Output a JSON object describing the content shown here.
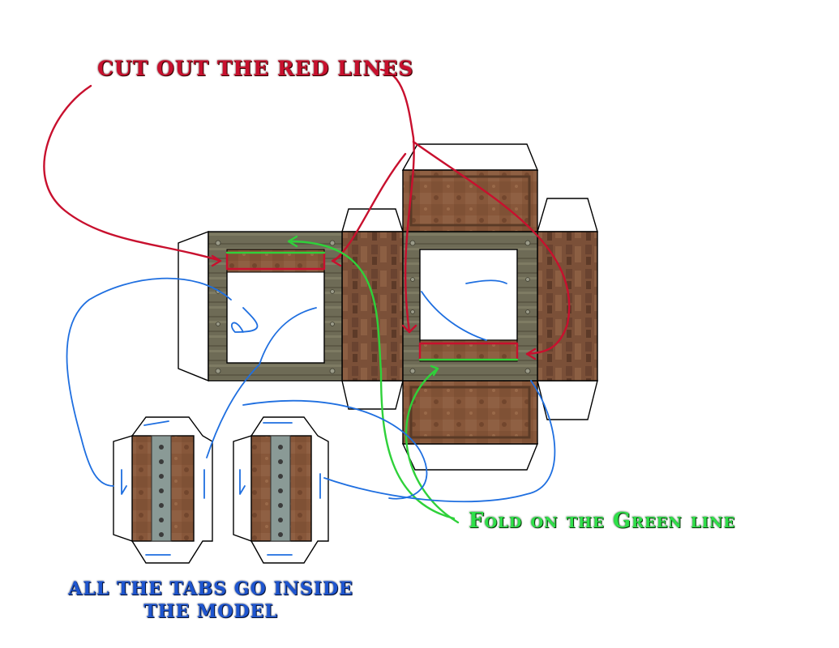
{
  "labels": {
    "cut_instruction": "CUT OUT THE RED LINES",
    "fold_instruction": "Fold on the Green line",
    "tabs_instruction_line1": "ALL THE TABS GO INSIDE",
    "tabs_instruction_line2": "THE MODEL"
  },
  "colors": {
    "cut_line": "#c8102e",
    "fold_line": "#2fd13a",
    "tab_scribble": "#1f6fe0",
    "rust_panel": "#8a5a3c",
    "frame_metal": "#6f6c55",
    "outline": "#000000"
  }
}
